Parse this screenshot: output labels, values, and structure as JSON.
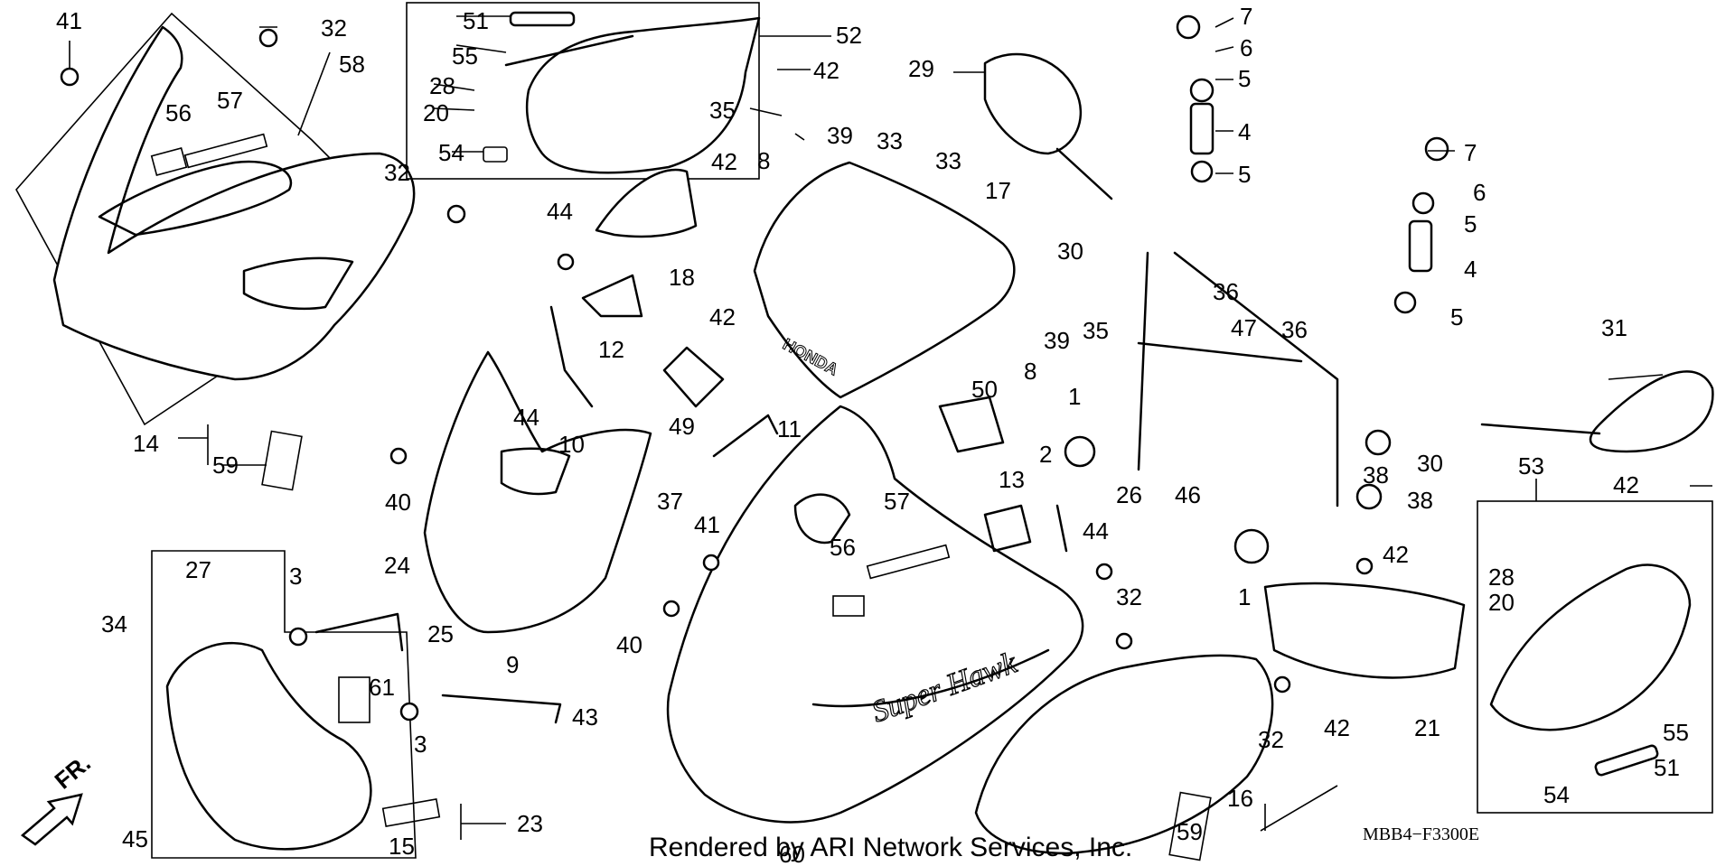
{
  "diagram": {
    "part_numbers": [
      "1",
      "2",
      "3",
      "4",
      "5",
      "6",
      "7",
      "8",
      "9",
      "10",
      "11",
      "12",
      "13",
      "14",
      "15",
      "16",
      "17",
      "18",
      "20",
      "21",
      "23",
      "24",
      "25",
      "26",
      "27",
      "28",
      "29",
      "30",
      "31",
      "32",
      "33",
      "34",
      "35",
      "36",
      "37",
      "38",
      "39",
      "40",
      "41",
      "42",
      "43",
      "44",
      "45",
      "46",
      "47",
      "49",
      "50",
      "51",
      "52",
      "53",
      "54",
      "55",
      "56",
      "57",
      "58",
      "59",
      "60",
      "61"
    ],
    "footer": {
      "credit": "Rendered by ARI Network Services, Inc.",
      "diagram_code": "MBB4−F3300E"
    },
    "direction_label": "FR.",
    "brand_lettering": "HONDA",
    "decal_lettering": "Super Hawk"
  }
}
